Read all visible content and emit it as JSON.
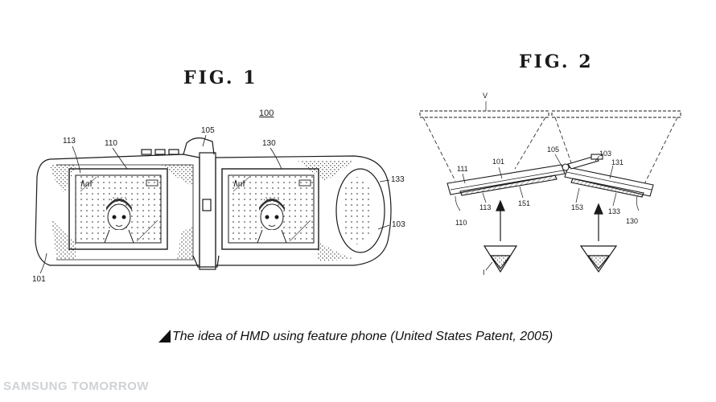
{
  "fig1": {
    "title": "FIG. 1",
    "ref_100": "100",
    "refs": {
      "r113": "113",
      "r110": "110",
      "r105": "105",
      "r130": "130",
      "r133": "133",
      "r103": "103",
      "r101": "101"
    }
  },
  "fig2": {
    "title": "FIG. 2",
    "refs": {
      "rV": "V",
      "r101": "101",
      "r111": "111",
      "r105": "105",
      "r103": "103",
      "r131": "131",
      "r110": "110",
      "r113": "113",
      "r151": "151",
      "r153": "153",
      "r133": "133",
      "r130": "130",
      "rI": "I"
    }
  },
  "caption": "The idea of HMD using feature phone (United States Patent, 2005)",
  "watermark": "SAMSUNG TOMORROW"
}
